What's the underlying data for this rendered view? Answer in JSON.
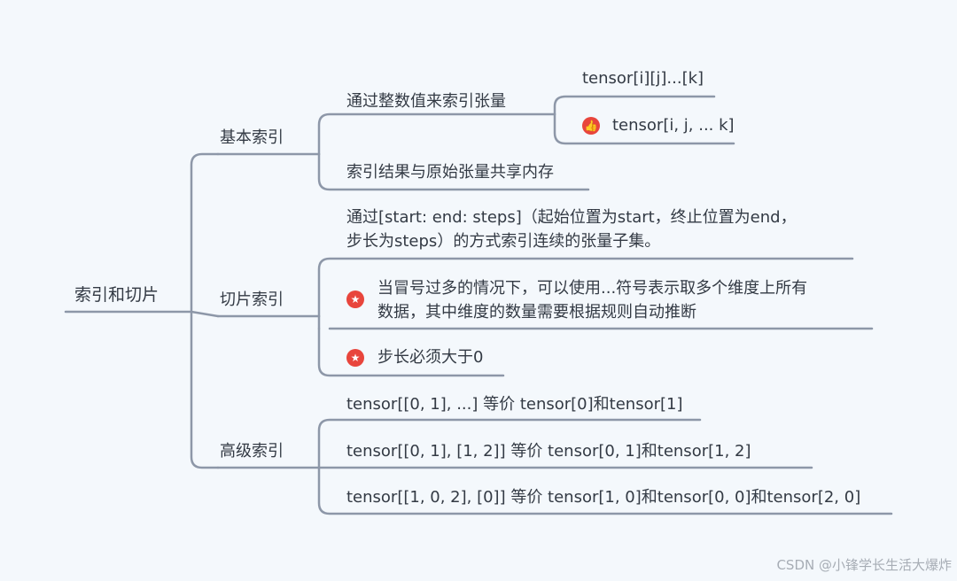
{
  "root": "索引和切片",
  "branches": [
    {
      "label": "基本索引",
      "children": [
        {
          "label": "通过整数值来索引张量",
          "children": [
            {
              "label": "tensor[i][j]...[k]"
            },
            {
              "label": "tensor[i, j, ... k]",
              "icon": "thumbs-up-icon"
            }
          ]
        },
        {
          "label": "索引结果与原始张量共享内存"
        }
      ]
    },
    {
      "label": "切片索引",
      "children": [
        {
          "lines": [
            "通过[start: end: steps]（起始位置为start，终止位置为end，",
            "步长为steps）的方式索引连续的张量子集。"
          ]
        },
        {
          "lines": [
            "当冒号过多的情况下，可以使用...符号表示取多个维度上所有",
            "数据，其中维度的数量需要根据规则自动推断"
          ],
          "icon": "star-icon"
        },
        {
          "label": "步长必须大于0",
          "icon": "star-icon"
        }
      ]
    },
    {
      "label": "高级索引",
      "children": [
        {
          "label": "tensor[[0, 1], ...] 等价 tensor[0]和tensor[1]"
        },
        {
          "label": "tensor[[0, 1], [1, 2]] 等价 tensor[0, 1]和tensor[1, 2]"
        },
        {
          "label": "tensor[[1, 0, 2], [0]] 等价 tensor[1, 0]和tensor[0, 0]和tensor[2, 0]"
        }
      ]
    }
  ],
  "watermark": "CSDN @小锋学长生活大爆炸",
  "colors": {
    "line": "#8d97a8",
    "icon": "#e8453c",
    "background": "#f4f8fc"
  }
}
